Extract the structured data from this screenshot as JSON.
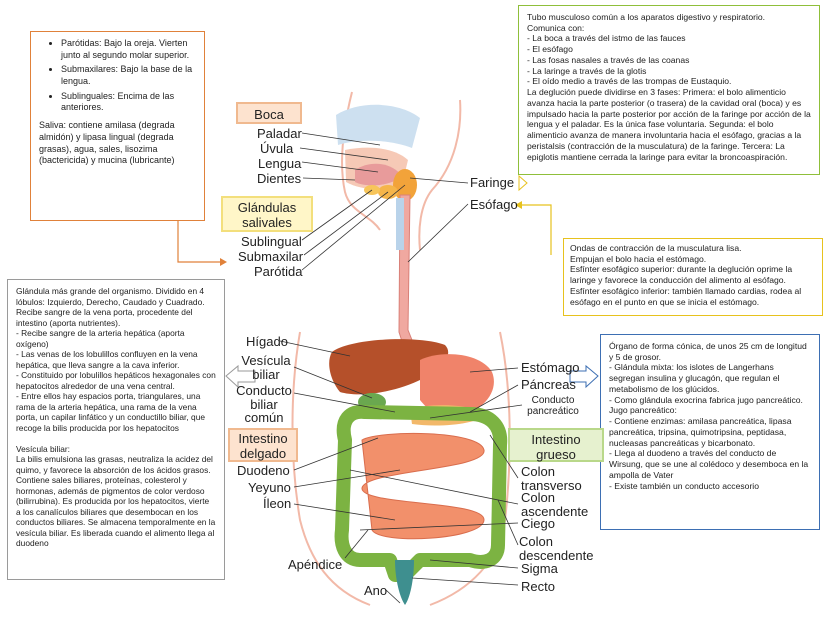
{
  "salivary_box": {
    "bullets": [
      "Parótidas: Bajo la   oreja. Vierten junto al segundo molar superior.",
      "Submaxilares: Bajo la base de la lengua.",
      "Sublinguales: Encima de las anteriores."
    ],
    "saliva": "Saliva: contiene amilasa (degrada almidón) y   lipasa lingual (degrada grasas), agua, sales, lisozima (bactericida) y mucina   (lubricante)"
  },
  "pharynx_box": {
    "text": "Tubo musculoso común a los aparatos digestivo y respiratorio.\nComunica con:\n- La boca a través del istmo de las fauces\n- El esófago\n- Las fosas nasales a través de las   coanas\n- La laringe a través de la glotis\n- El oído medio a través de las trompas de Eustaquio.\nLa deglución puede dividirse en 3 fases: Primera: el bolo alimenticio avanza hacia la parte posterior (o trasera) de la cavidad oral (boca) y es impulsado hacia la parte posterior por acción de la faringe por acción de la lengua y el paladar. Es la única fase voluntaria. Segunda: el bolo alimenticio avanza de manera involuntaria hacia el esófago, gracias a la peristalsis (contracción de la musculatura) de la faringe. Tercera: La epiglotis mantiene cerrada la laringe para evitar la broncoaspiración."
  },
  "esophagus_box": {
    "text": "Ondas de contracción de la musculatura lisa.\n  Empujan el bolo hacia el estómago.\nEsfínter esofágico superior: durante la deglución oprime la laringe y favorece la conducción del alimento al esófago.\nEsfínter esofágico inferior: también llamado cardias, rodea al esófago en el punto en que se inicia el estómago."
  },
  "liver_box": {
    "text": "Glándula más grande del organismo. Dividido en 4 lóbulos: Izquierdo, Derecho, Caudado y Cuadrado.\nRecibe sangre de la vena porta, procedente del intestino (aporta nutrientes).\n- Recibe sangre de la arteria hepática (aporta oxígeno)\n- Las venas de los lobulillos confluyen en la vena hepática, que lleva sangre a la cava inferior.\n- Constituido por lobulillos hepáticos hexagonales con hepatocitos alrededor de una vena central.\n- Entre ellos hay espacios porta, triangulares, una rama de la arteria hepática, una rama de la vena porta, un capilar linfático y un conductillo biliar, que recoge la bilis producida por los hepatocitos\n\nVesícula biliar:\nLa bilis emulsiona las grasas, neutraliza la acidez del quimo, y favorece la absorción de los ácidos grasos. Contiene sales biliares, proteínas, colesterol y hormonas, además de pigmentos de color verdoso (bilirrubina). Es producida por los hepatocitos, vierte a los canalículos biliares que desembocan en los conductos biliares. Se almacena temporalmente en la vesícula biliar. Es liberada cuando el alimento llega al duodeno"
  },
  "pancreas_box": {
    "text": "Órgano de forma cónica, de unos 25 cm de longitud y 5 de grosor.\n - Glándula mixta: los islotes de Langerhans segregan insulina y glucagón, que regulan el metabolismo de los glúcidos.\n - Como glándula exocrina fabrica jugo pancreático.\nJugo pancreático:\n- Contiene enzimas: amilasa pancreática, lipasa pancreática, tripsina, quimotripsina, peptidasa, nucleasas pancreáticas y bicarbonato.\n- Llega al duodeno a través del conducto de Wirsung, que se une al colédoco y desemboca en la ampolla de Vater\n - Existe también un conducto accesorio"
  },
  "headers": {
    "boca": "Boca",
    "glandulas": "Glándulas salivales",
    "intestino_delgado": "Intestino delgado",
    "intestino_grueso": "Intestino grueso"
  },
  "labels": {
    "paladar": "Paladar",
    "uvula": "Úvula",
    "lengua": "Lengua",
    "dientes": "Dientes",
    "sublingual": "Sublingual",
    "submaxilar": "Submaxilar",
    "parotida": "Parótida",
    "faringe": "Faringe",
    "esofago": "Esófago",
    "higado": "Hígado",
    "vesicula": "Vesícula biliar",
    "conducto_biliar": "Conducto biliar común",
    "estomago": "Estómago",
    "pancreas": "Páncreas",
    "conducto_pancreatico": "Conducto pancreático",
    "duodeno": "Duodeno",
    "yeyuno": "Yeyuno",
    "ileon": "Íleon",
    "colon_transverso": "Colon transverso",
    "colon_ascendente": "Colon ascendente",
    "ciego": "Ciego",
    "colon_descendente": "Colon descendente",
    "sigma": "Sigma",
    "recto": "Recto",
    "apendice": "Apéndice",
    "ano": "Ano"
  },
  "colors": {
    "orange": "#e0813a",
    "orange_fill": "#fde3cf",
    "yellow": "#e7c21e",
    "yellow_fill": "#fff6c8",
    "green": "#8fbf3a",
    "green_fill": "#e6f1cf",
    "blue": "#3d6fb3",
    "grey": "#9a9a9a"
  }
}
